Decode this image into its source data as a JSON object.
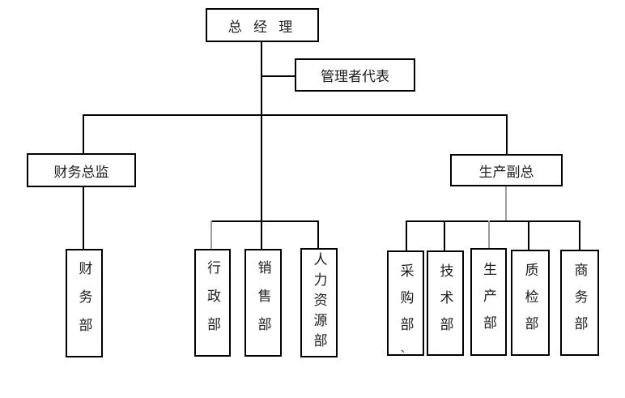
{
  "org": {
    "title": "company-organization-chart",
    "colors": {
      "background": "#ffffff",
      "box_border": "#000000",
      "line": "#000000",
      "line_gray": "#9b9b9b",
      "text": "#1d1d1d"
    },
    "nodes": {
      "general_manager": {
        "label": "总 经 理"
      },
      "management_rep": {
        "label": "管理者代表"
      },
      "finance_director": {
        "label": "财务总监"
      },
      "production_vp": {
        "label": "生产副总"
      },
      "finance_dept": {
        "label": "财务部"
      },
      "admin_dept": {
        "label": "行政部"
      },
      "sales_dept": {
        "label": "销售部"
      },
      "hr_dept": {
        "label": "人力资源部"
      },
      "purchasing_dept": {
        "label": "采购部",
        "note": "、"
      },
      "tech_dept": {
        "label": "技术部"
      },
      "production_dept": {
        "label": "生产部"
      },
      "qc_dept": {
        "label": "质检部"
      },
      "business_dept": {
        "label": "商务部"
      }
    },
    "edges": [
      {
        "from": "general_manager",
        "to": "management_rep"
      },
      {
        "from": "general_manager",
        "to": "finance_director"
      },
      {
        "from": "general_manager",
        "to": "admin_dept"
      },
      {
        "from": "general_manager",
        "to": "sales_dept"
      },
      {
        "from": "general_manager",
        "to": "hr_dept"
      },
      {
        "from": "general_manager",
        "to": "production_vp"
      },
      {
        "from": "finance_director",
        "to": "finance_dept"
      },
      {
        "from": "production_vp",
        "to": "purchasing_dept"
      },
      {
        "from": "production_vp",
        "to": "tech_dept"
      },
      {
        "from": "production_vp",
        "to": "production_dept"
      },
      {
        "from": "production_vp",
        "to": "qc_dept"
      },
      {
        "from": "production_vp",
        "to": "business_dept"
      }
    ]
  }
}
